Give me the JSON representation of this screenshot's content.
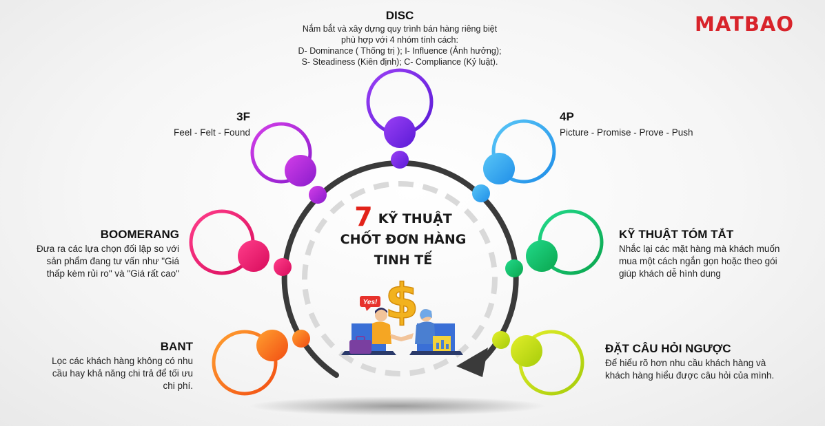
{
  "logo": {
    "text": "MATBAO"
  },
  "center": {
    "number": "7",
    "line1": "KỸ THUẬT",
    "line2": "CHỐT ĐƠN HÀNG",
    "line3": "TINH TẾ"
  },
  "illustration": {
    "bubble": "Yes!",
    "symbol": "$"
  },
  "techniques": [
    {
      "id": "disc",
      "title": "DISC",
      "lines": [
        "Nắm bắt và xây dựng quy trình  bán hàng riêng biệt",
        "phù hợp với 4 nhóm tính cách:",
        "D- Dominance ( Thống trị ); I- Influence  (Ảnh hưởng);",
        "S- Steadiness (Kiên định); C- Compliance (Kỷ luật)."
      ],
      "color": "#7b2ff2"
    },
    {
      "id": "3f",
      "title": "3F",
      "lines": [
        "Feel - Felt - Found"
      ],
      "color": "#b325e0"
    },
    {
      "id": "4p",
      "title": "4P",
      "lines": [
        "Picture - Promise - Prove - Push"
      ],
      "color": "#2ea8f2"
    },
    {
      "id": "boomerang",
      "title": "BOOMERANG",
      "lines": [
        "Đưa ra các lựa chọn đối lập so với",
        "sản phẩm đang tư vấn như \"Giá",
        "thấp kèm rủi ro\" và \"Giá rất cao\""
      ],
      "color": "#f0157a"
    },
    {
      "id": "tom-tat",
      "title": "KỸ THUẬT TÓM TẮT",
      "lines": [
        "Nhắc lại các mặt hàng mà khách muốn",
        "mua một cách ngắn gọn hoặc theo gói",
        "giúp khách dễ hình dung"
      ],
      "color": "#12c46a"
    },
    {
      "id": "bant",
      "title": "BANT",
      "lines": [
        "Lọc các khách hàng không có nhu",
        "cầu hay khả năng chi trả để tối ưu",
        "chi phí."
      ],
      "color": "#f6751a"
    },
    {
      "id": "hoi-nguoc",
      "title": "ĐẶT CÂU HỎI NGƯỢC",
      "lines": [
        "Để hiểu rõ hơn nhu cầu khách hàng và",
        "khách hàng hiểu được câu hỏi của mình."
      ],
      "color": "#b7d60f"
    }
  ]
}
